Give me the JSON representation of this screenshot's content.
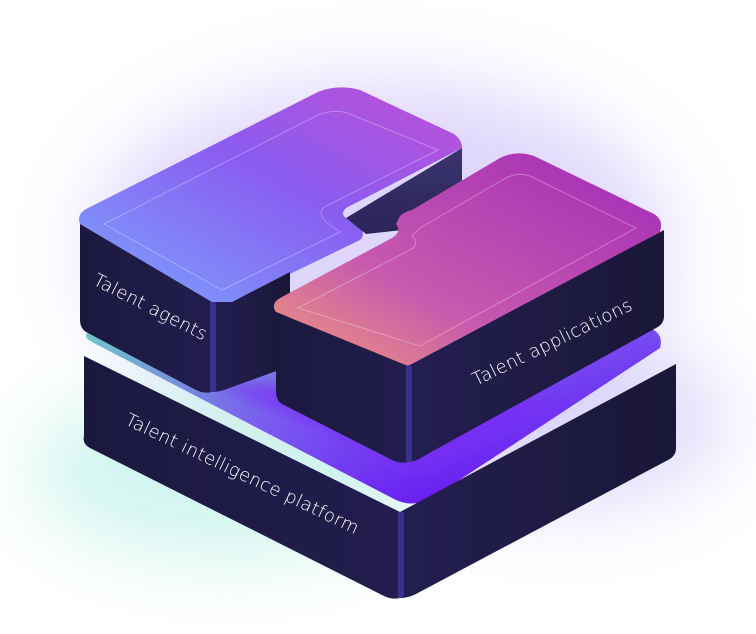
{
  "diagram": {
    "layers": {
      "platform": {
        "label": "Talent intelligence platform"
      },
      "agents": {
        "label": "Talent agents"
      },
      "applications": {
        "label": "Talent applications"
      }
    },
    "colors": {
      "block_side": "#1c1940",
      "block_side_edge": "#2a2458",
      "glow_violet": "#a58cf5",
      "glow_teal": "#7fe4d0",
      "platform_top_violet": "#7a2cf5",
      "platform_top_teal": "#6fd6c4",
      "agents_top_from": "#7aa6ff",
      "agents_top_to": "#c04fd6",
      "apps_top_from": "#f09a78",
      "apps_top_to": "#a22ab8"
    }
  }
}
